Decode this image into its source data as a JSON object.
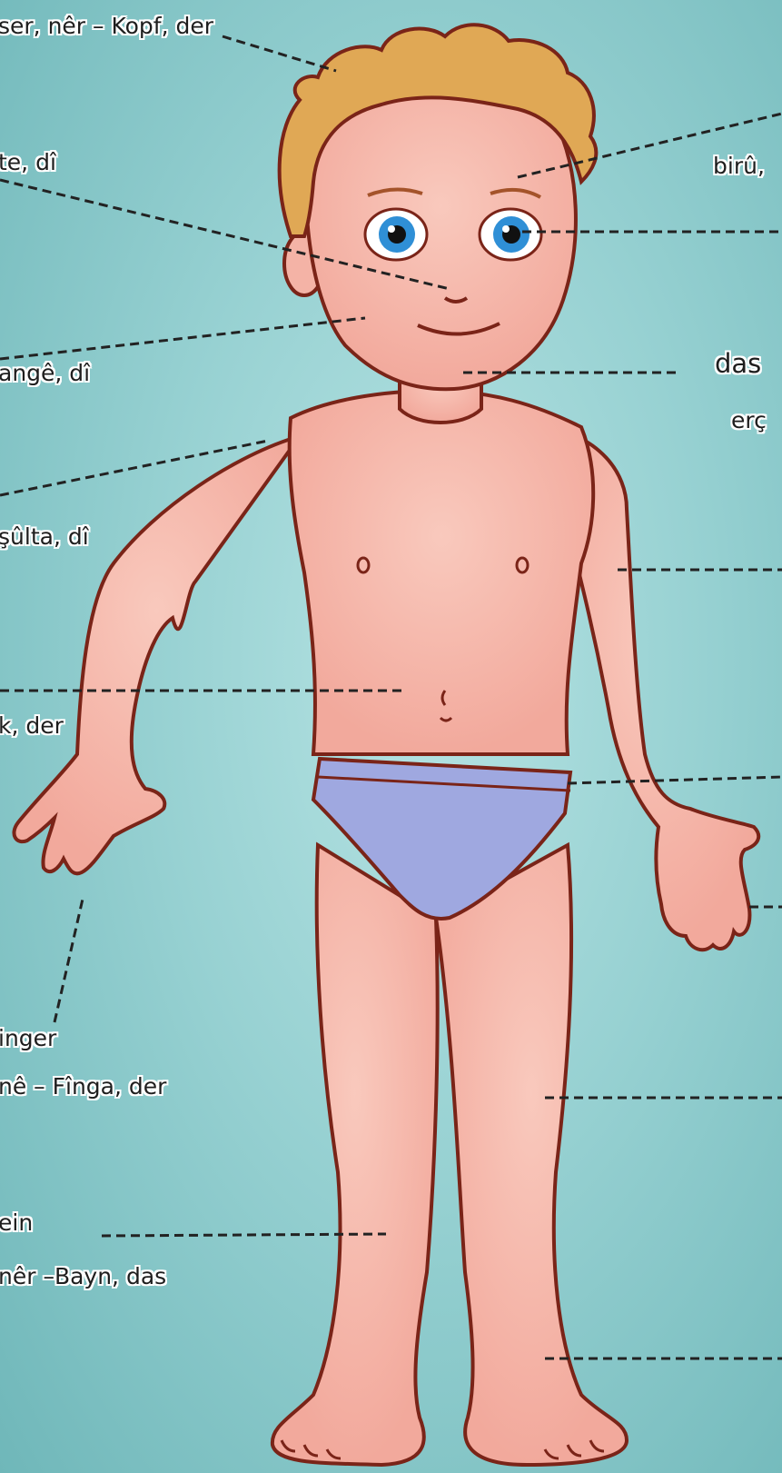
{
  "labels": {
    "head": "ser, nêr – Kopf, der",
    "nose": "te, dî",
    "eyebrow": "birû,",
    "cheek": "angê, dî",
    "chin": "das",
    "chin_sub": "erç",
    "shoulder": "şûlta, dî",
    "belly": "k, der",
    "finger_1": "inger",
    "finger_2": "nê – Fînga, der",
    "leg_1": "ein",
    "leg_2": "nêr –Bayn, das"
  },
  "colors": {
    "background": "#97d1d2",
    "skin": "#f6b9ad",
    "outline": "#7a2418",
    "hair": "#e0a855",
    "underwear": "#9fa8e0",
    "iris": "#2f8fd6"
  }
}
